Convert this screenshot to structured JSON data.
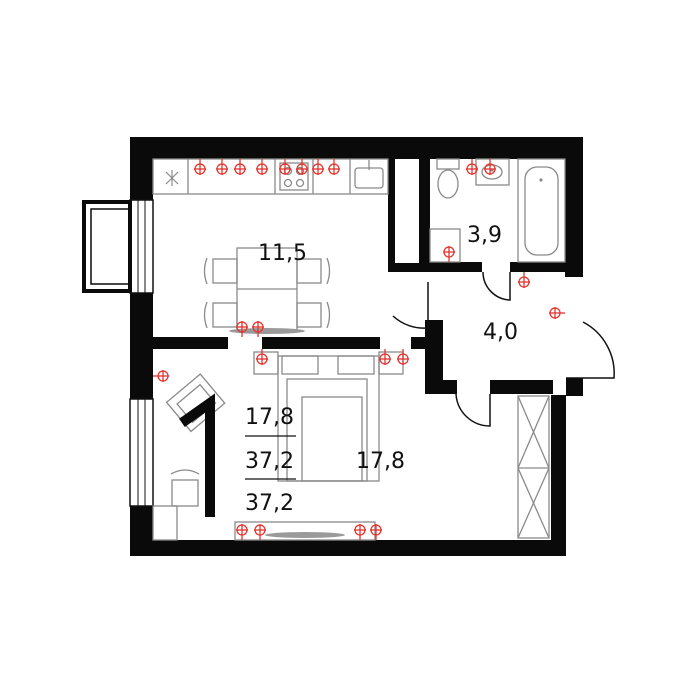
{
  "rooms": {
    "kitchen_area": "11,5",
    "bathroom_area": "3,9",
    "hall_area": "4,0",
    "bedroom_area": "17,8"
  },
  "summary": {
    "room_count": "1",
    "living_area": "17,8",
    "total_area": "37,2",
    "total_area_with_balcony": "37,2"
  },
  "colors": {
    "wall": "#0a0a0a",
    "socket": "#e3342f",
    "furniture": "#8a8a8a"
  }
}
